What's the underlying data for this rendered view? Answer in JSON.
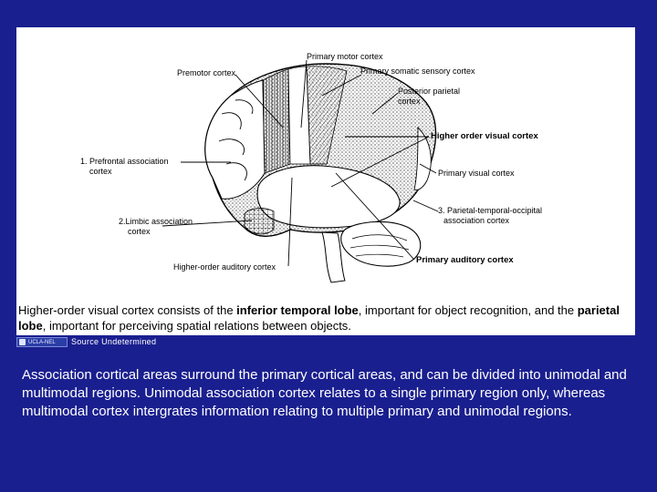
{
  "figure": {
    "labels": {
      "primary_motor_cortex": "Primary motor cortex",
      "premotor_cortex": "Premotor cortex",
      "primary_somatic_sensory_cortex": "Primary somatic sensory cortex",
      "posterior_parietal_line1": "Posterior parietal",
      "posterior_parietal_line2": "cortex",
      "higher_order_visual_cortex": "Higher order visual cortex",
      "prefrontal_line1": "1. Prefrontal association",
      "prefrontal_line2": "cortex",
      "primary_visual_cortex": "Primary visual cortex",
      "parietal_temporal_occipital_line1": "3. Parietal-temporal-occipital",
      "parietal_temporal_occipital_line2": "association cortex",
      "limbic_line1": "2.Limbic association",
      "limbic_line2": "cortex",
      "primary_auditory_cortex": "Primary auditory cortex",
      "higher_order_auditory_cortex": "Higher-order auditory cortex"
    },
    "caption": {
      "part1": "Higher-order visual cortex consists of the ",
      "bold1": "inferior temporal lobe",
      "part2": ", important for object recognition, and the ",
      "bold2": "parietal lobe",
      "part3": ", important for perceiving spatial relations between objects."
    }
  },
  "source": {
    "logo_text": "UCLA-NEL",
    "text": "Source Undetermined"
  },
  "body_text": "Association cortical areas surround the primary cortical areas, and can be divided into unimodal and multimodal regions.  Unimodal association cortex relates to a single primary region only, whereas multimodal cortex intergrates information relating to multiple primary and unimodal regions.",
  "colors": {
    "background": "#1a1f8f",
    "panel": "#ffffff",
    "text_on_background": "#ffffff"
  }
}
